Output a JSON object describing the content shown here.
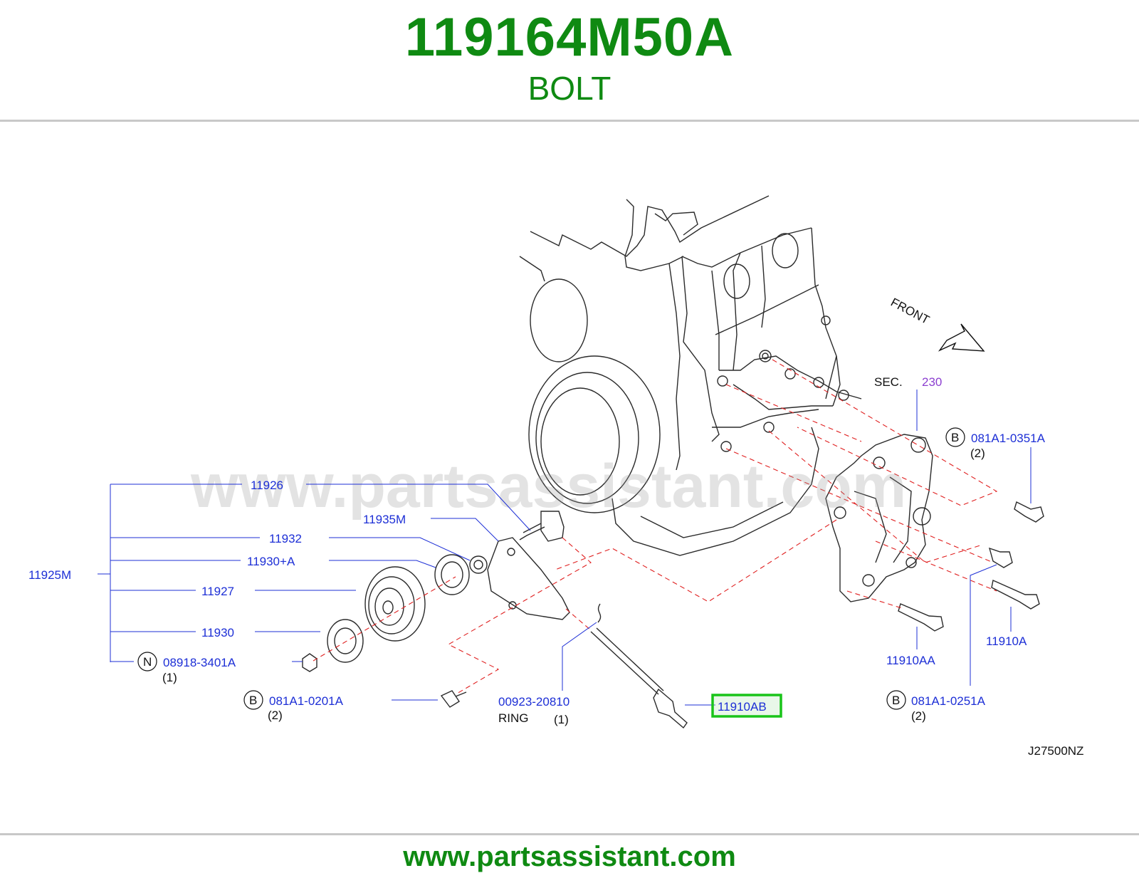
{
  "header": {
    "part_number": "119164M50A",
    "description": "BOLT"
  },
  "footer": {
    "url": "www.partsassistant.com"
  },
  "diagram": {
    "watermark": "www.partsassistant.com",
    "front_label": "FRONT",
    "sec_label": "SEC.",
    "sec_number": "230",
    "diagram_code": "J27500NZ",
    "highlight_color": "#19c419",
    "label_color": "#1d2fd6",
    "labels": {
      "p11925M": "11925M",
      "p11926": "11926",
      "p11935M": "11935M",
      "p11932": "11932",
      "p11930A": "11930+A",
      "p11927": "11927",
      "p11930": "11930",
      "p08918": "08918-3401A",
      "p08918_qty": "(1)",
      "p081A1_0201A": "081A1-0201A",
      "p081A1_0201A_qty": "(2)",
      "p00923": "00923-20810",
      "ring": "RING",
      "ring_qty": "(1)",
      "p11910AB": "11910AB",
      "p081A1_0351A": "081A1-0351A",
      "p081A1_0351A_qty": "(2)",
      "p11910AA": "11910AA",
      "p11910A": "11910A",
      "p081A1_0251A": "081A1-0251A",
      "p081A1_0251A_qty": "(2)"
    },
    "circle_letters": {
      "n": "N",
      "b1": "B",
      "b2": "B",
      "b3": "B"
    }
  }
}
